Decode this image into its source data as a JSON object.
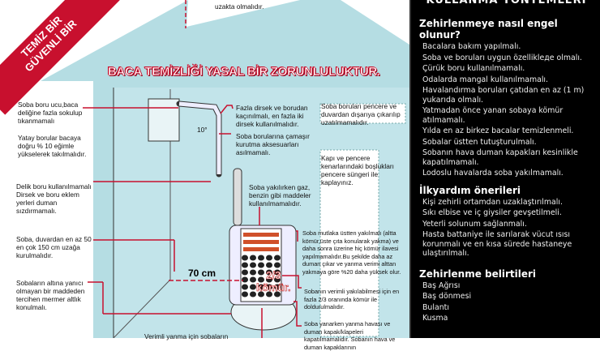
{
  "banner": {
    "line1": "TEMİZ BİR",
    "line2": "GÜVENLİ BİR"
  },
  "headline": "BACA TEMİZLİĞİ YASAL BİR ZORUNLULUKTUR.",
  "labels": {
    "chimney_top": "uzakta olmalıdır.",
    "pipe_end": "Soba boru ucu,baca deliğine fazla sokulup tıkanmamalı",
    "horizontal": "Yatay borular bacaya doğru % 10 eğimle yükselerek takılmalıdır.",
    "holes": "Delik boru kullanılmamalı Dirsek ve boru eklem yerleri duman sızdırmamalı.",
    "distance": "Soba, duvardan en az 50 en çok 150 cm uzağa kurulmalıdır.",
    "base": "Sobaların altına yanıcı olmayan bir maddeden tercihen mermer altlık konulmalı.",
    "elbows": "Fazla dirsek ve borudan kaçınılmalı, en fazla iki dirsek kullanılmalıdır.",
    "laundry": "Soba borularına çamaşır kurutma aksesuarları asılmamalı.",
    "gas": "Soba yakılırken gaz, benzin gibi maddeler kullanılmamalıdır.",
    "window": "Soba boruları pencere ve duvardan dışarıya çıkarılıp uzatılmamalıdır.",
    "sponge": "Kapı ve pencere kenarlarındaki boşlukları pencere süngeri ile kaplayınız.",
    "top_light": "Soba mutlaka üstten yakılmalı (altta kömür,üste çıta konularak yakma) ve daha sonra üzerine hiç kömür ilavesi yapılmamalıdır.Bu şekilde daha az duman çıkar ve yanma verimi alttan yakmaya göre %20 daha yüksek olur.",
    "fill": "Sobanın verimli yakılabilmesi için en fazla 2/3 oranında kömür ile doldurulmalıdır.",
    "air": "Soba yanarken yanma havası ve duman kapak/klapeleri kapatılmamalıdır. Sobanın hava ve duman kapaklarının",
    "efficient": "Verimli yanma için sobaların",
    "angle": "10°",
    "dist70": "70 cm",
    "fraction": "2/3",
    "coal": "kömür."
  },
  "panel": {
    "title": "KULLANMA YÖNTEMLERİ",
    "sections": [
      {
        "heading": "Zehirlenmeye nasıl engel olunur?",
        "items": [
          "Bacalara bakım yapılmalı.",
          "Soba ve boruları uygun özellikleде olmalı.",
          "Çürük boru kullanılmamalı.",
          "Odalarda mangal kullanılmamalı.",
          "Havalandırma boruları çatıdan en az (1 m) yukarıda olmalı.",
          "Yatmadan önce yanan sobaya kömür atılmamalı.",
          "Yılda en az birkez bacalar temizlenmeli.",
          "Sobalar üstten tutuşturulmalı.",
          "Sobanın hava duman kapakları kesinlikle kapatılmamalı.",
          "Lodoslu havalarda soba yakılmamalı."
        ]
      },
      {
        "heading": "İlkyardım önerileri",
        "items": [
          "Kişi zehirli ortamdan uzaklaştırılmalı.",
          "Sıkı elbise ve iç giysiler gevşetilmeli.",
          "Yeterli solunum sağlanmalı.",
          "Hasta battaniye ile sarılarak vücut ısısı korunmalı ve en kısa sürede hastaneye ulaştırılmalı."
        ]
      },
      {
        "heading": "Zehirlenme belirtileri",
        "items": [
          "Baş Ağrısı",
          "Baş dönmesi",
          "Bulantı",
          "Kusma"
        ]
      }
    ]
  },
  "colors": {
    "house": "#b5dde3",
    "accent": "#c8102e"
  }
}
